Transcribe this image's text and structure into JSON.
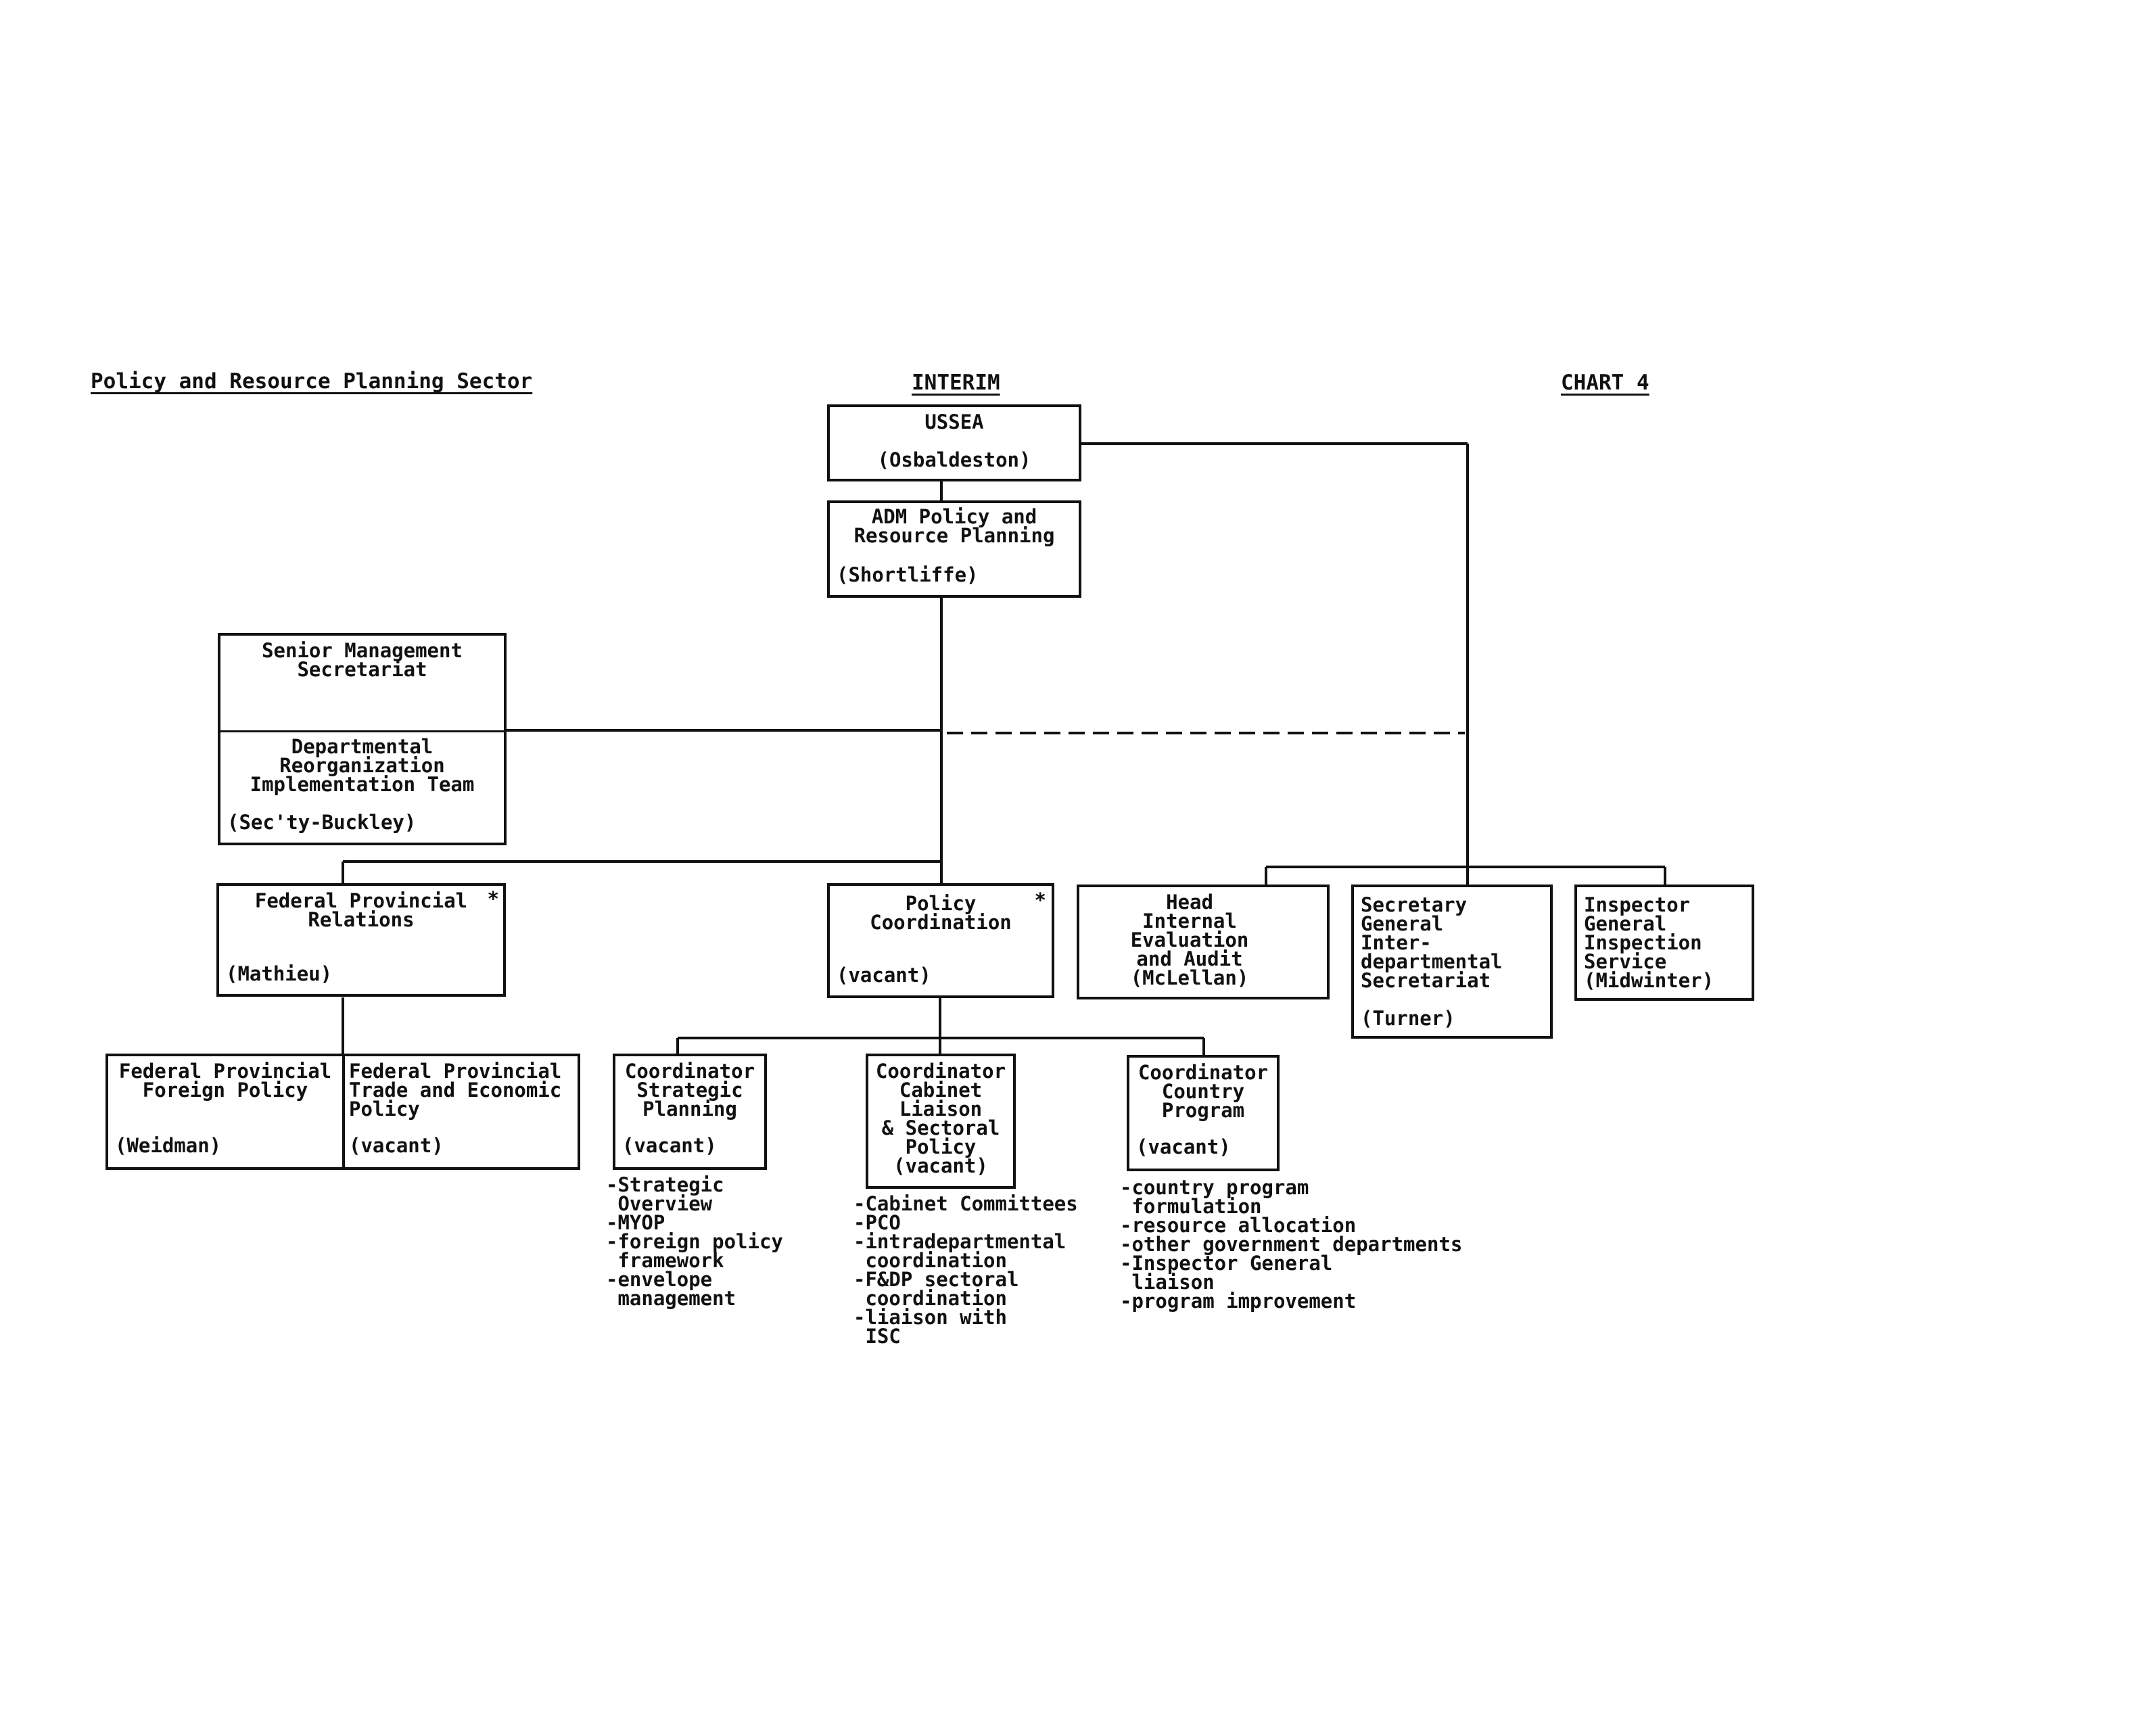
{
  "header": {
    "left": "Policy and Resource Planning Sector",
    "center": "INTERIM",
    "right": "CHART 4"
  },
  "boxes": {
    "ussea": {
      "title": "USSEA",
      "name": "(Osbaldeston)"
    },
    "adm": {
      "title": "ADM Policy and\nResource Planning",
      "name": "(Shortliffe)"
    },
    "senior": {
      "title": "Senior Management\nSecretariat",
      "sub": "Departmental\nReorganization\nImplementation Team",
      "name": "(Sec'ty-Buckley)"
    },
    "fpr": {
      "title": "Federal Provincial\nRelations",
      "name": "(Mathieu)",
      "mark": "*"
    },
    "policy_coord": {
      "title": "Policy\nCoordination",
      "name": "(vacant)",
      "mark": "*"
    },
    "head_internal": {
      "title": "Head\nInternal\nEvaluation\nand Audit\n(McLellan)"
    },
    "sec_general": {
      "title": "Secretary\nGeneral\nInter-\ndepartmental\nSecretariat",
      "name": "(Turner)"
    },
    "inspector": {
      "title": "Inspector\nGeneral\nInspection\nService\n(Midwinter)"
    },
    "fp_foreign": {
      "title": "Federal Provincial\nForeign Policy",
      "name": "(Weidman)"
    },
    "fp_trade": {
      "title": "Federal Provincial\nTrade and Economic\nPolicy",
      "name": "(vacant)"
    },
    "coord_strategic": {
      "title": "Coordinator\nStrategic\nPlanning",
      "name": "(vacant)"
    },
    "coord_cabinet": {
      "title": "Coordinator\nCabinet\nLiaison\n& Sectoral\nPolicy\n(vacant)"
    },
    "coord_country": {
      "title": "Coordinator\nCountry\nProgram",
      "name": "(vacant)"
    }
  },
  "duties": {
    "strategic": "-Strategic\n Overview\n-MYOP\n-foreign policy\n framework\n-envelope\n management",
    "cabinet": "-Cabinet Committees\n-PCO\n-intradepartmental\n coordination\n-F&DP sectoral\n coordination\n-liaison with\n ISC",
    "country": "-country program\n formulation\n-resource allocation\n-other government departments\n-Inspector General\n liaison\n-program improvement"
  }
}
